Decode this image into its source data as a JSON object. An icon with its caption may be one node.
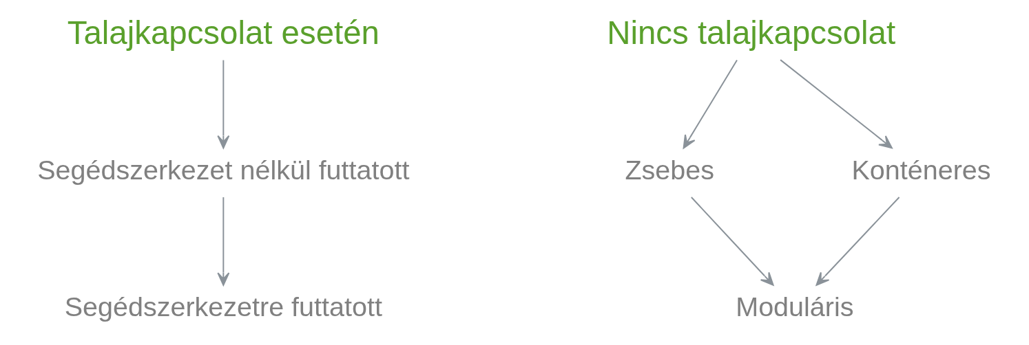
{
  "diagram": {
    "nodes": [
      {
        "text": [
          "Talajkapcsolat esetén"
        ]
      },
      {
        "text": [
          "Segédszerkezet nélkül futtatott"
        ]
      },
      {
        "text": [
          "Segédszerkezetre futtatott"
        ]
      },
      {
        "text": [
          "Nincs talajkapcsolat"
        ]
      },
      {
        "text": [
          "Zsebes"
        ]
      },
      {
        "text": [
          "Konténeres"
        ]
      },
      {
        "text": [
          "Moduláris"
        ]
      }
    ],
    "edges": [
      {
        "from": 0,
        "to": 1,
        "arrow": "to"
      },
      {
        "from": 1,
        "to": 2,
        "arrow": "to"
      },
      {
        "from": 3,
        "to": 4,
        "arrow": "to"
      },
      {
        "from": 3,
        "to": 5,
        "arrow": "to"
      },
      {
        "from": 4,
        "to": 6,
        "arrow": "to"
      },
      {
        "from": 5,
        "to": 6,
        "arrow": "to"
      }
    ]
  }
}
